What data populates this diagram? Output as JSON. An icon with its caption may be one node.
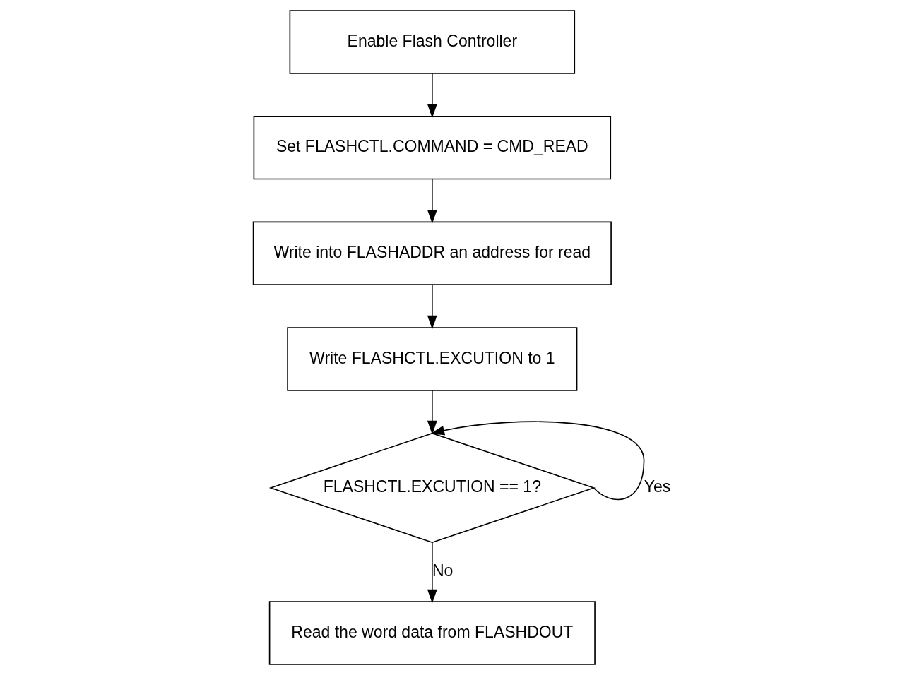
{
  "diagram": {
    "nodes": [
      {
        "text": [
          "Enable Flash Controller"
        ]
      },
      {
        "text": [
          "Set FLASHCTL.COMMAND = CMD_READ"
        ]
      },
      {
        "text": [
          "Write into FLASHADDR an address for read"
        ]
      },
      {
        "text": [
          "Write FLASHCTL.EXCUTION to 1"
        ]
      },
      {
        "text": [
          "FLASHCTL.EXCUTION == 1?"
        ]
      },
      {
        "text": [
          "Read the word data from FLASHDOUT"
        ]
      }
    ],
    "edges": [
      {
        "from": 0,
        "to": 1,
        "arrow": "to"
      },
      {
        "from": 1,
        "to": 2,
        "arrow": "to"
      },
      {
        "from": 2,
        "to": 3,
        "arrow": "to"
      },
      {
        "from": 3,
        "to": 4,
        "arrow": "to"
      },
      {
        "from": 4,
        "to": 4,
        "arrow": "to",
        "label": "Yes"
      },
      {
        "from": 4,
        "to": 5,
        "arrow": "to",
        "label": "No"
      }
    ]
  }
}
